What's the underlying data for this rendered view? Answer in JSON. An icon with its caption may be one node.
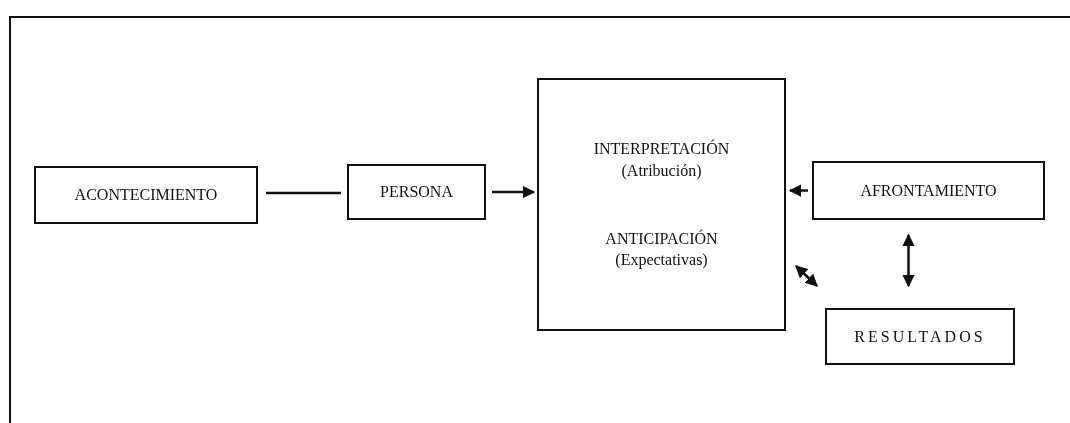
{
  "diagram": {
    "nodes": [
      {
        "text": [
          "ACONTECIMIENTO"
        ]
      },
      {
        "text": [
          "PERSONA"
        ]
      },
      {
        "text": [
          "INTERPRETACIÓN (Atribución)",
          "ANTICIPACIÓN (Expectativas)"
        ]
      },
      {
        "text": [
          "AFRONTAMIENTO"
        ]
      },
      {
        "text": [
          "RESULTADOS"
        ]
      }
    ],
    "edges": [
      {
        "from": 0,
        "to": 1,
        "arrow": "none"
      },
      {
        "from": 1,
        "to": 2,
        "arrow": "to"
      },
      {
        "from": 3,
        "to": 2,
        "arrow": "to"
      },
      {
        "from": 2,
        "to": 4,
        "arrow": "both"
      },
      {
        "from": 3,
        "to": 4,
        "arrow": "both"
      }
    ]
  }
}
